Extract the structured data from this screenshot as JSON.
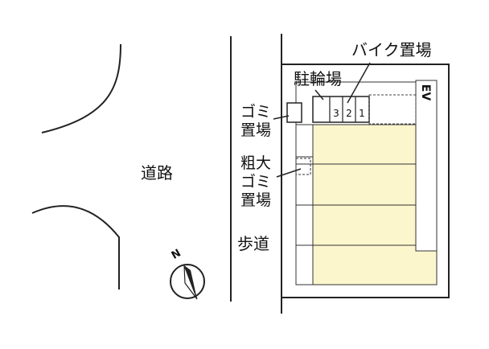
{
  "labels": {
    "road": "道路",
    "sidewalk": "歩道",
    "bike_parking": "バイク置場",
    "bicycle_parking": "駐輪場",
    "garbage_line1": "ゴミ",
    "garbage_line2": "置場",
    "bulky_line1": "粗大",
    "bulky_line2": "ゴミ",
    "bulky_line3": "置場",
    "elevator": "EV",
    "compass_north": "N"
  },
  "bike_slots": [
    "3",
    "2",
    "1"
  ],
  "colors": {
    "building_fill": "#fbf6cc",
    "line": "#222222",
    "background": "#ffffff"
  }
}
